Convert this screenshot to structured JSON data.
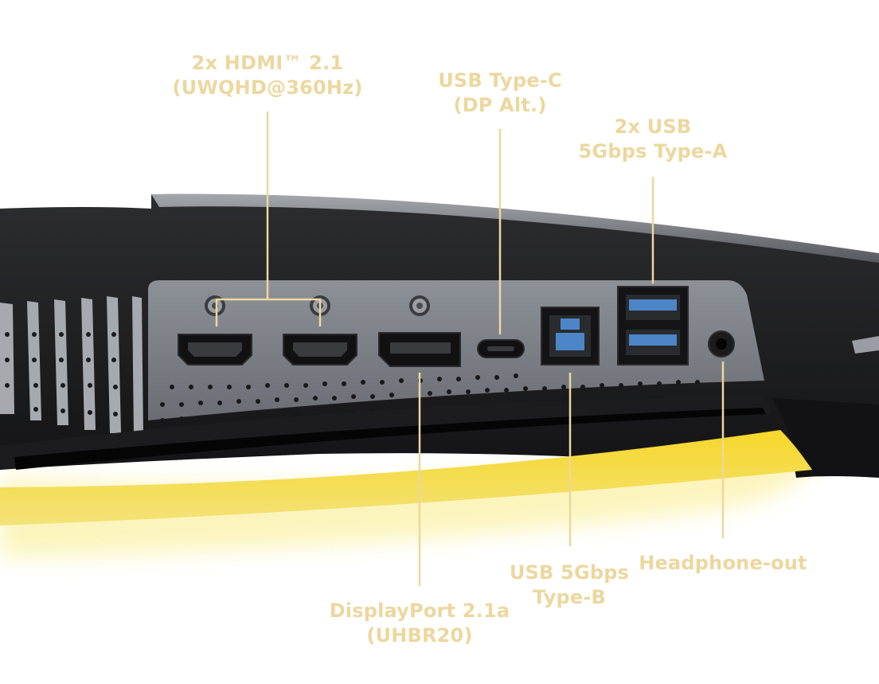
{
  "labels": {
    "hdmi": {
      "line1": "2x HDMI™ 2.1",
      "line2": "(UWQHD@360Hz)"
    },
    "usb_c": {
      "line1": "USB Type-C",
      "line2": "(DP Alt.)"
    },
    "usb_a": {
      "line1": "2x USB",
      "line2": "5Gbps Type-A"
    },
    "displayport": {
      "line1": "DisplayPort 2.1a",
      "line2": "(UHBR20)"
    },
    "usb_b": {
      "line1": "USB 5Gbps",
      "line2": "Type-B"
    },
    "headphone": {
      "line1": "Headphone-out"
    }
  },
  "colors": {
    "callout": "#ecd79e",
    "bezel": "#1e1f21",
    "port_panel": "#7f838a",
    "light_bar": "#f5d531",
    "usb_blue": "#4c86c9"
  }
}
